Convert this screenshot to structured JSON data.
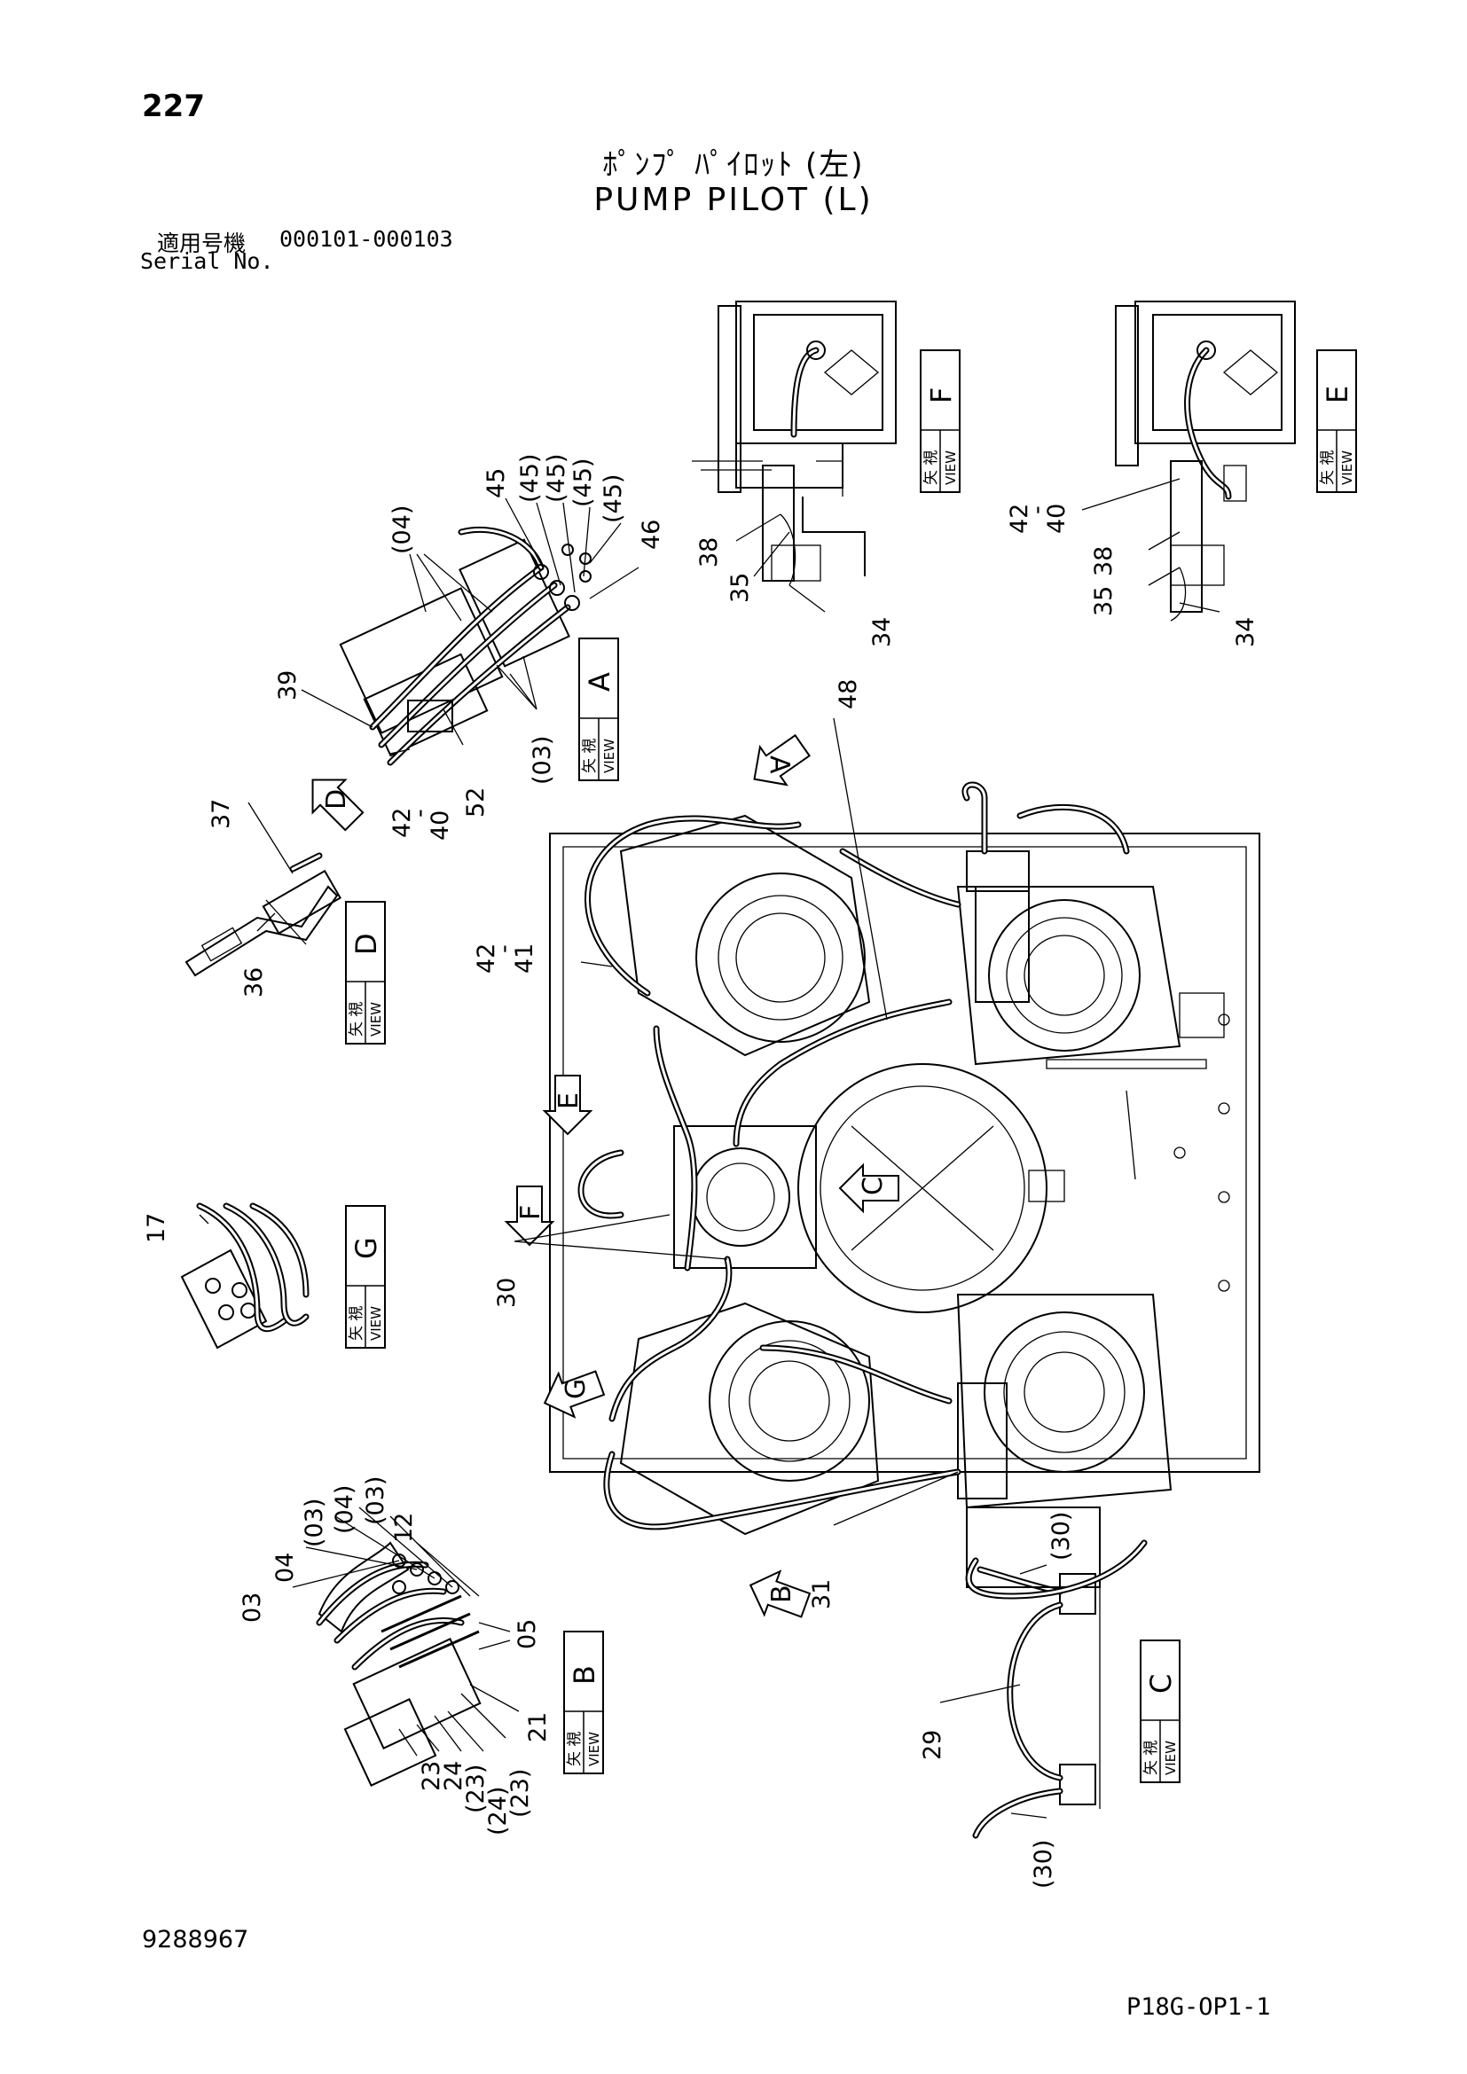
{
  "header": {
    "page_number": "227",
    "title_jp": "ﾎﾟﾝﾌﾟ ﾊﾟｲﾛｯﾄ (左)",
    "title_en": "PUMP PILOT (L)",
    "serial_label_jp": "適用号機",
    "serial_range": "000101-000103",
    "serial_label_en": "Serial No."
  },
  "view_boxes": [
    {
      "id": "F",
      "jp": "矢 視",
      "en": "VIEW",
      "letter": "F"
    },
    {
      "id": "E",
      "jp": "矢 視",
      "en": "VIEW",
      "letter": "E"
    },
    {
      "id": "A",
      "jp": "矢 視",
      "en": "VIEW",
      "letter": "A"
    },
    {
      "id": "D",
      "jp": "矢 視",
      "en": "VIEW",
      "letter": "D"
    },
    {
      "id": "G",
      "jp": "矢 視",
      "en": "VIEW",
      "letter": "G"
    },
    {
      "id": "B",
      "jp": "矢 視",
      "en": "VIEW",
      "letter": "B"
    },
    {
      "id": "C",
      "jp": "矢 視",
      "en": "VIEW",
      "letter": "C"
    }
  ],
  "view_arrows": [
    "A",
    "D",
    "E",
    "F",
    "C",
    "G",
    "B"
  ],
  "callouts": {
    "view_a": [
      "45",
      "(45)",
      "(45)",
      "(45)",
      "(45)",
      "46",
      "(04)",
      "39",
      "42",
      "-",
      "40",
      "52",
      "(03)"
    ],
    "view_f": [
      "38",
      "35",
      "34"
    ],
    "view_e": [
      "42",
      "-",
      "40",
      "38",
      "35",
      "34"
    ],
    "view_d": [
      "37",
      "36"
    ],
    "view_g": [
      "17"
    ],
    "main": [
      "48",
      "42",
      "-",
      "41",
      "30",
      "31"
    ],
    "view_b": [
      "03",
      "04",
      "(03)",
      "(04)",
      "(03)",
      "12",
      "05",
      "21",
      "(23)",
      "(24)",
      "(23)",
      "24",
      "23"
    ],
    "view_c": [
      "(30)",
      "29",
      "(30)"
    ]
  },
  "footer": {
    "doc_number": "9288967",
    "page_code": "P18G-OP1-1"
  }
}
